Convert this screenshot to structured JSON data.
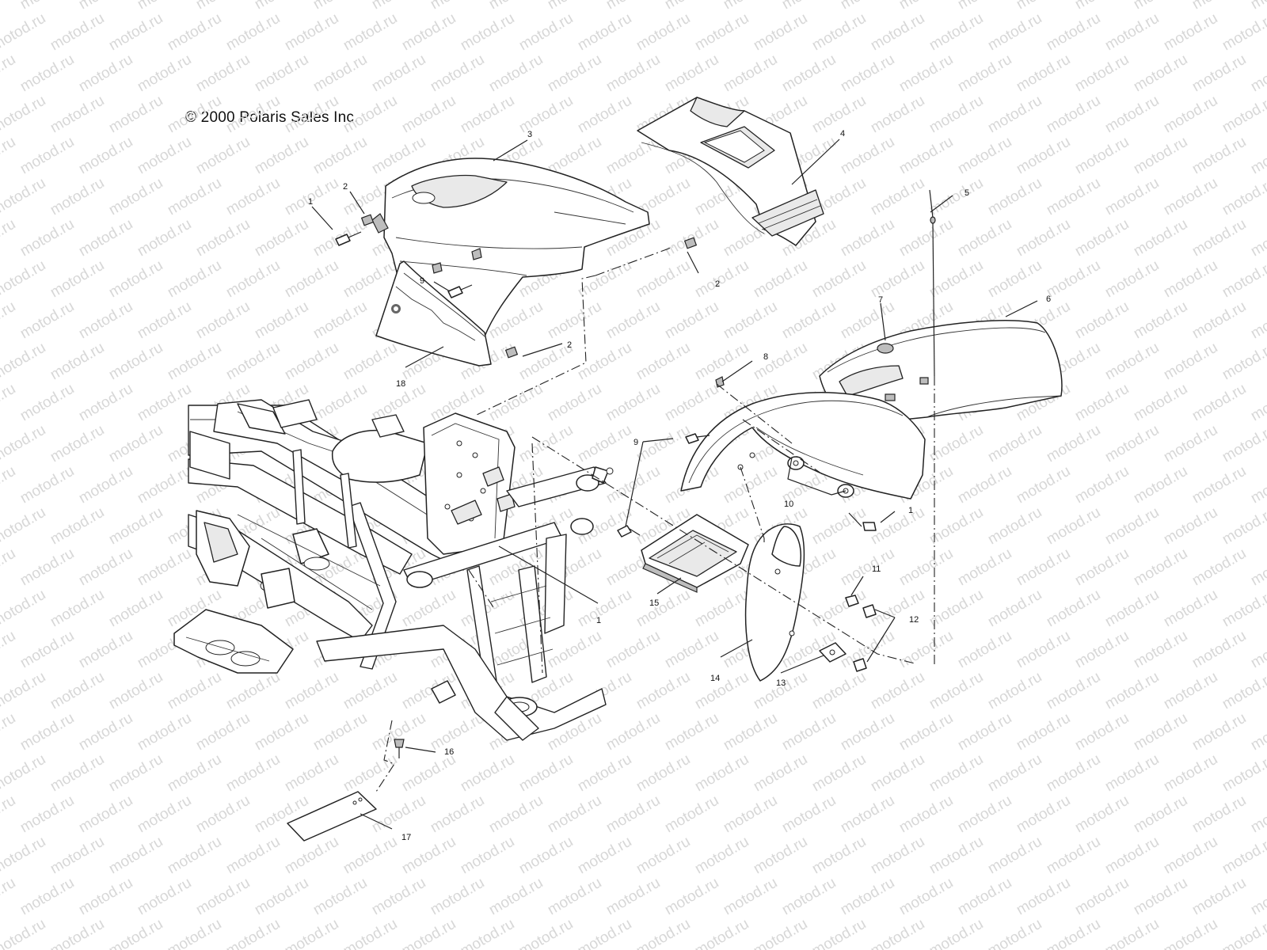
{
  "copyright": "© 2000 Polaris Sales Inc.",
  "watermark": {
    "text": "motod.ru",
    "color": "#d7d7d7"
  },
  "callouts": [
    {
      "id": "c1a",
      "label": "1"
    },
    {
      "id": "c2a",
      "label": "2"
    },
    {
      "id": "c3",
      "label": "3"
    },
    {
      "id": "c4",
      "label": "4"
    },
    {
      "id": "c5",
      "label": "5"
    },
    {
      "id": "c2b",
      "label": "2"
    },
    {
      "id": "c9a",
      "label": "9"
    },
    {
      "id": "c2c",
      "label": "2"
    },
    {
      "id": "c18",
      "label": "18"
    },
    {
      "id": "c7",
      "label": "7"
    },
    {
      "id": "c6",
      "label": "6"
    },
    {
      "id": "c8",
      "label": "8"
    },
    {
      "id": "c9b",
      "label": "9"
    },
    {
      "id": "c10",
      "label": "10"
    },
    {
      "id": "c1b",
      "label": "1"
    },
    {
      "id": "c11",
      "label": "11"
    },
    {
      "id": "c12",
      "label": "12"
    },
    {
      "id": "c1c",
      "label": "1"
    },
    {
      "id": "c15",
      "label": "15"
    },
    {
      "id": "c14",
      "label": "14"
    },
    {
      "id": "c13",
      "label": "13"
    },
    {
      "id": "c16",
      "label": "16"
    },
    {
      "id": "c17",
      "label": "17"
    }
  ]
}
